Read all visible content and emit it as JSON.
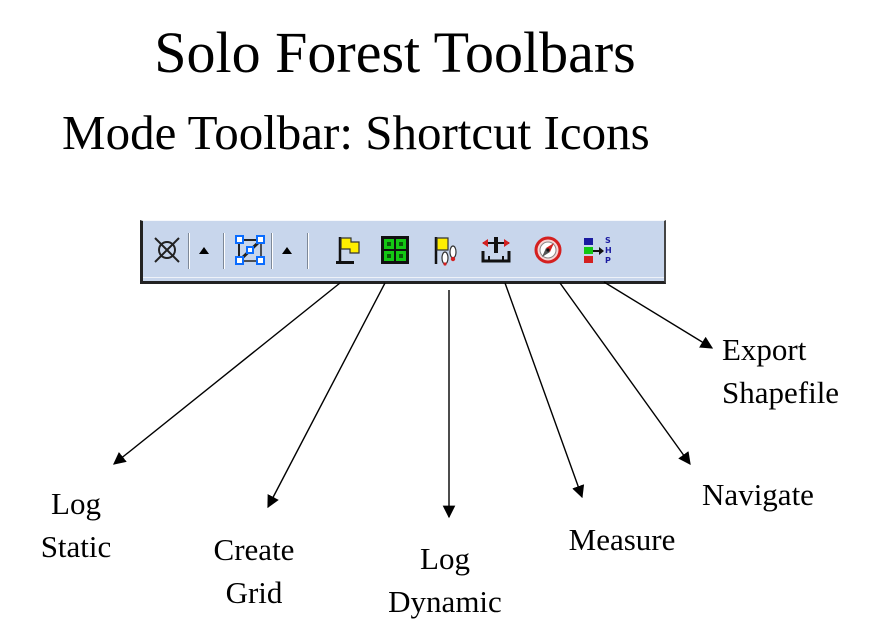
{
  "title": "Solo Forest Toolbars",
  "subtitle": "Mode Toolbar: Shortcut Icons",
  "toolbar": {
    "icons": [
      {
        "name": "select-tool-icon",
        "icon": "crossed-circle"
      },
      {
        "name": "dropdown-arrow",
        "icon": "triangle-up"
      },
      {
        "name": "edit-polygon-icon",
        "icon": "polyline-vertices"
      },
      {
        "name": "dropdown-arrow",
        "icon": "triangle-up"
      },
      {
        "name": "log-static-icon",
        "icon": "yellow-flag"
      },
      {
        "name": "create-grid-icon",
        "icon": "green-grid"
      },
      {
        "name": "log-dynamic-icon",
        "icon": "flag-with-footprints"
      },
      {
        "name": "measure-icon",
        "icon": "ruler-arrows"
      },
      {
        "name": "navigate-icon",
        "icon": "compass"
      },
      {
        "name": "export-shapefile-icon",
        "icon": "shp-export"
      }
    ],
    "colors": {
      "background": "#c8d6ec",
      "flag_yellow": "#ffee00",
      "grid_green": "#14c814",
      "compass_red": "#d42020",
      "vertex_blue": "#0a6cff"
    }
  },
  "labels": {
    "log_static": [
      "Log",
      "Static"
    ],
    "create_grid": [
      "Create",
      "Grid"
    ],
    "log_dynamic": [
      "Log",
      "Dynamic"
    ],
    "measure": [
      "Measure"
    ],
    "navigate": [
      "Navigate"
    ],
    "export_shapefile": [
      "Export",
      "Shapefile"
    ]
  }
}
